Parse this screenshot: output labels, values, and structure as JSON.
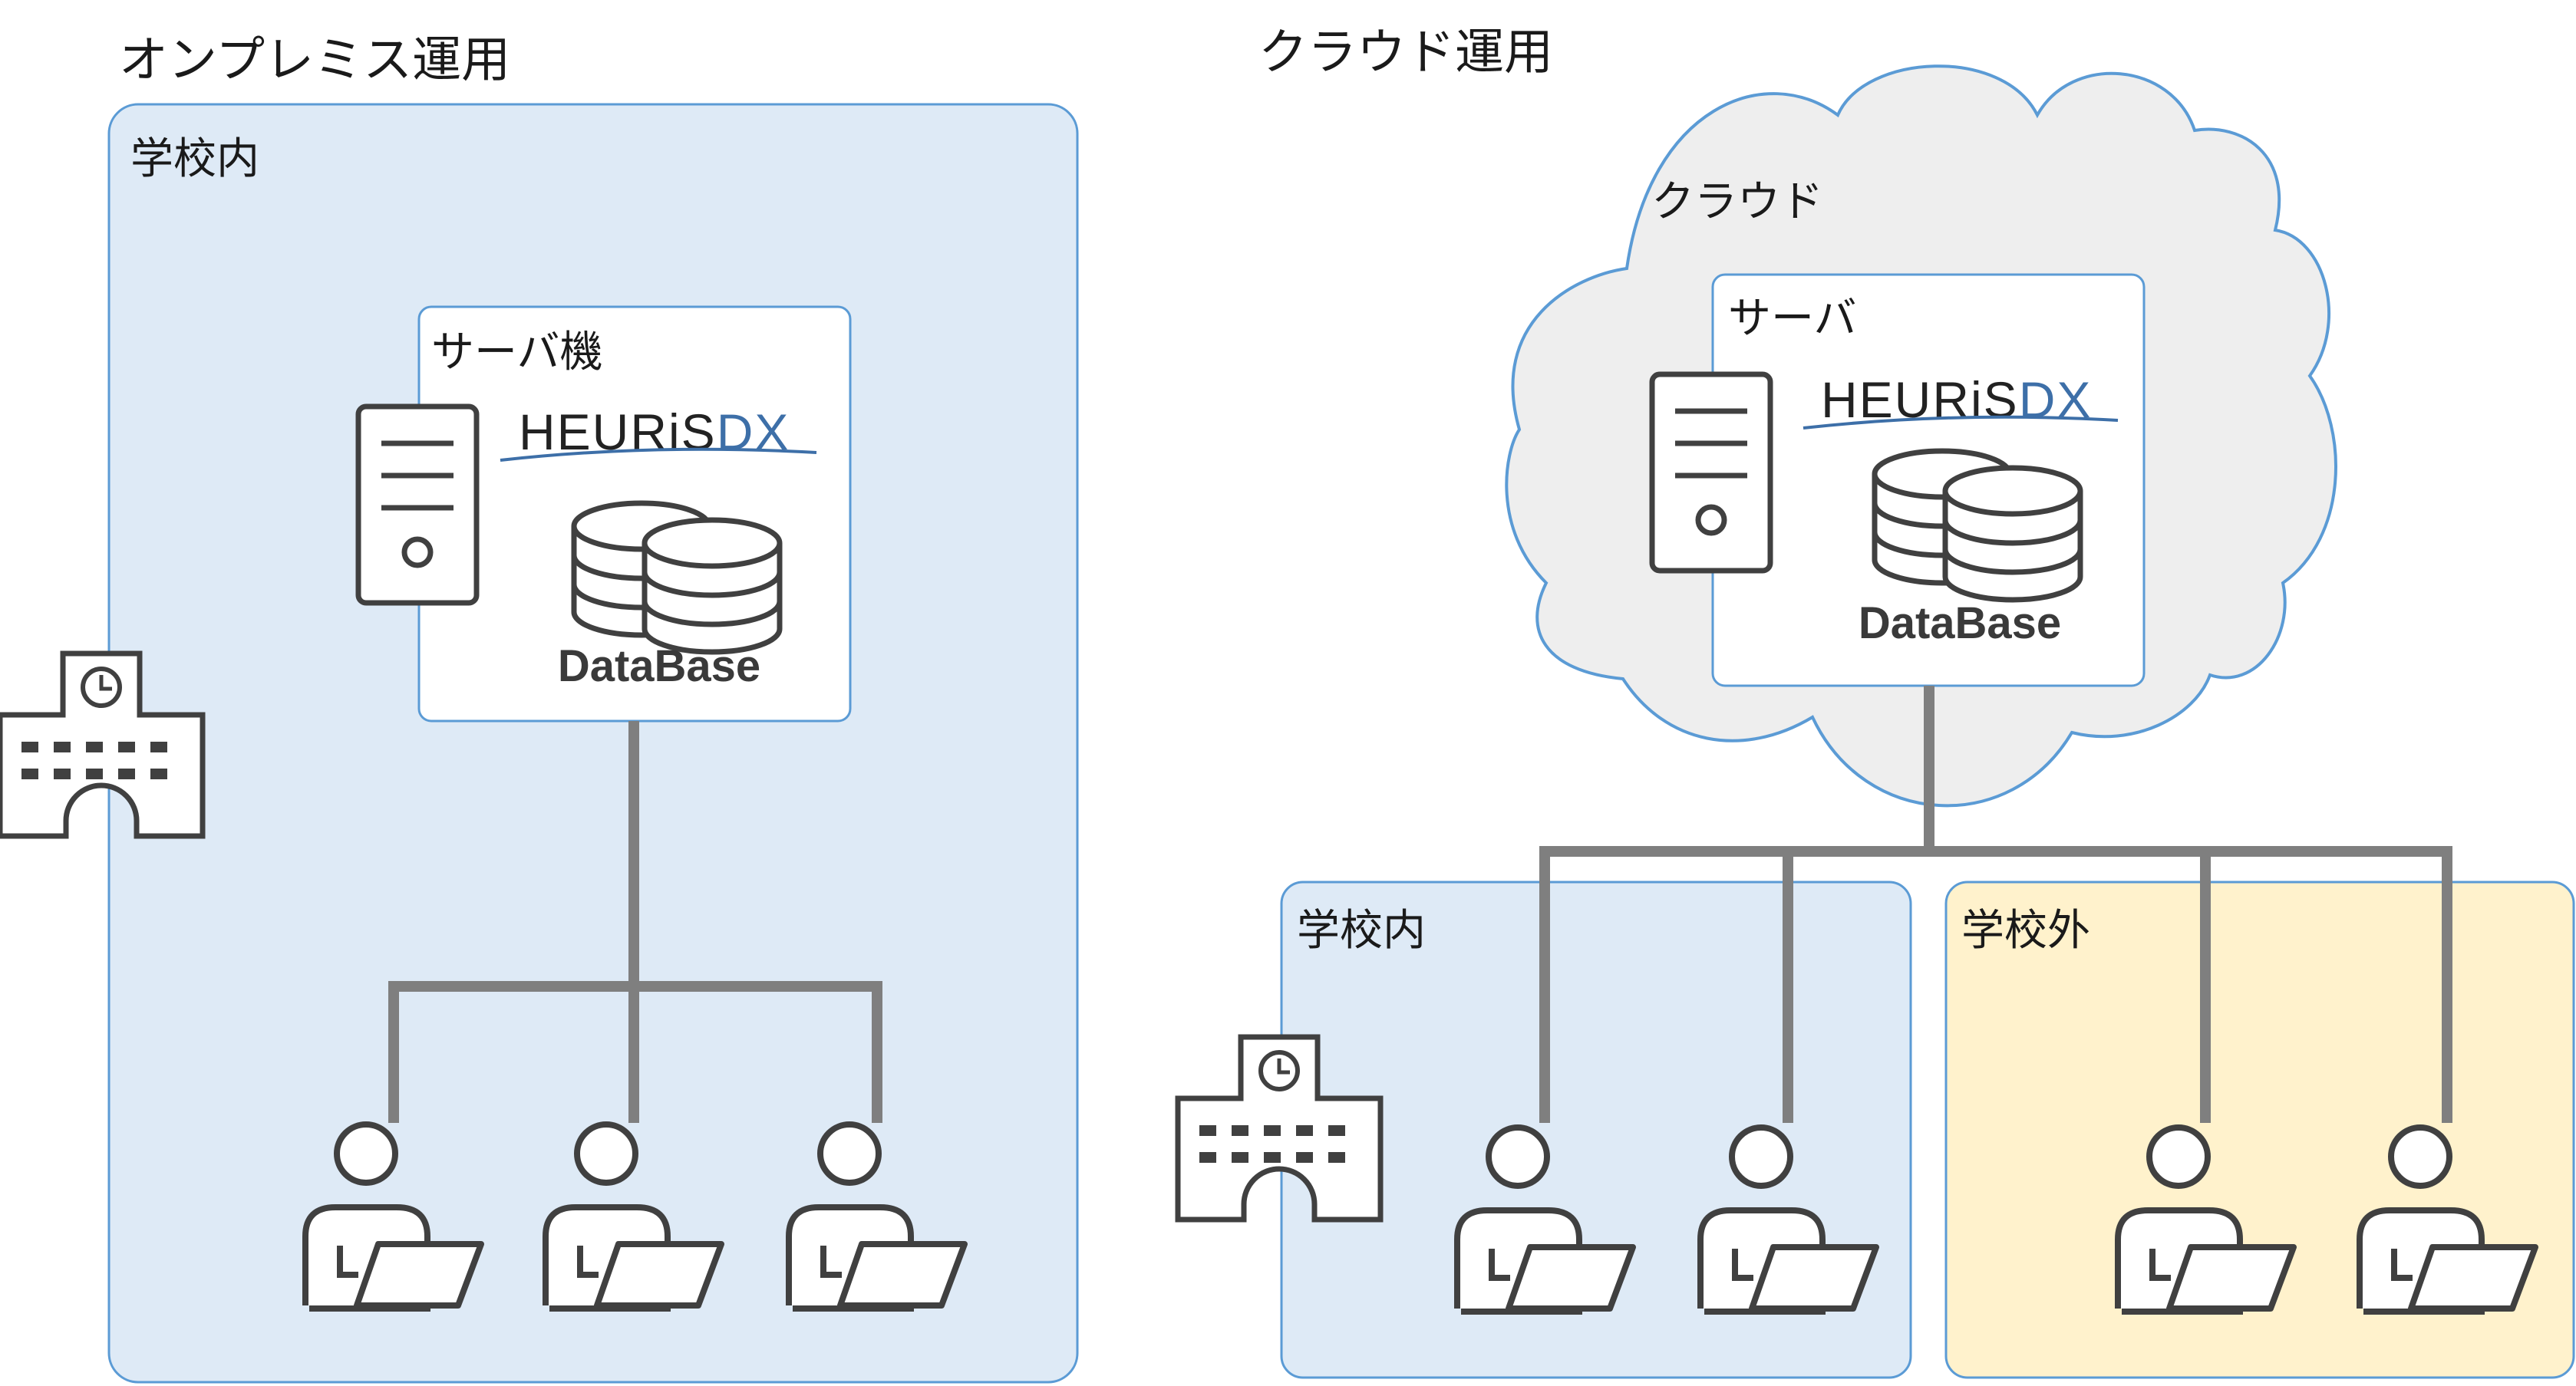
{
  "onprem": {
    "title": "オンプレミス運用",
    "school_label": "学校内",
    "server_label": "サーバ機"
  },
  "cloud": {
    "title": "クラウド運用",
    "cloud_label": "クラウド",
    "server_label": "サーバ",
    "inside_label": "学校内",
    "outside_label": "学校外"
  },
  "logo": {
    "main": "HEURiS",
    "suffix": "DX",
    "brand_color": "#3d6fa8"
  },
  "database_label": "DataBase",
  "colors": {
    "school_fill": "#deeaf6",
    "outside_fill": "#fff2cc",
    "border": "#5b9bd5",
    "cloud_fill": "#eeeeee",
    "line": "#7f7f7f",
    "icon": "#404040"
  }
}
